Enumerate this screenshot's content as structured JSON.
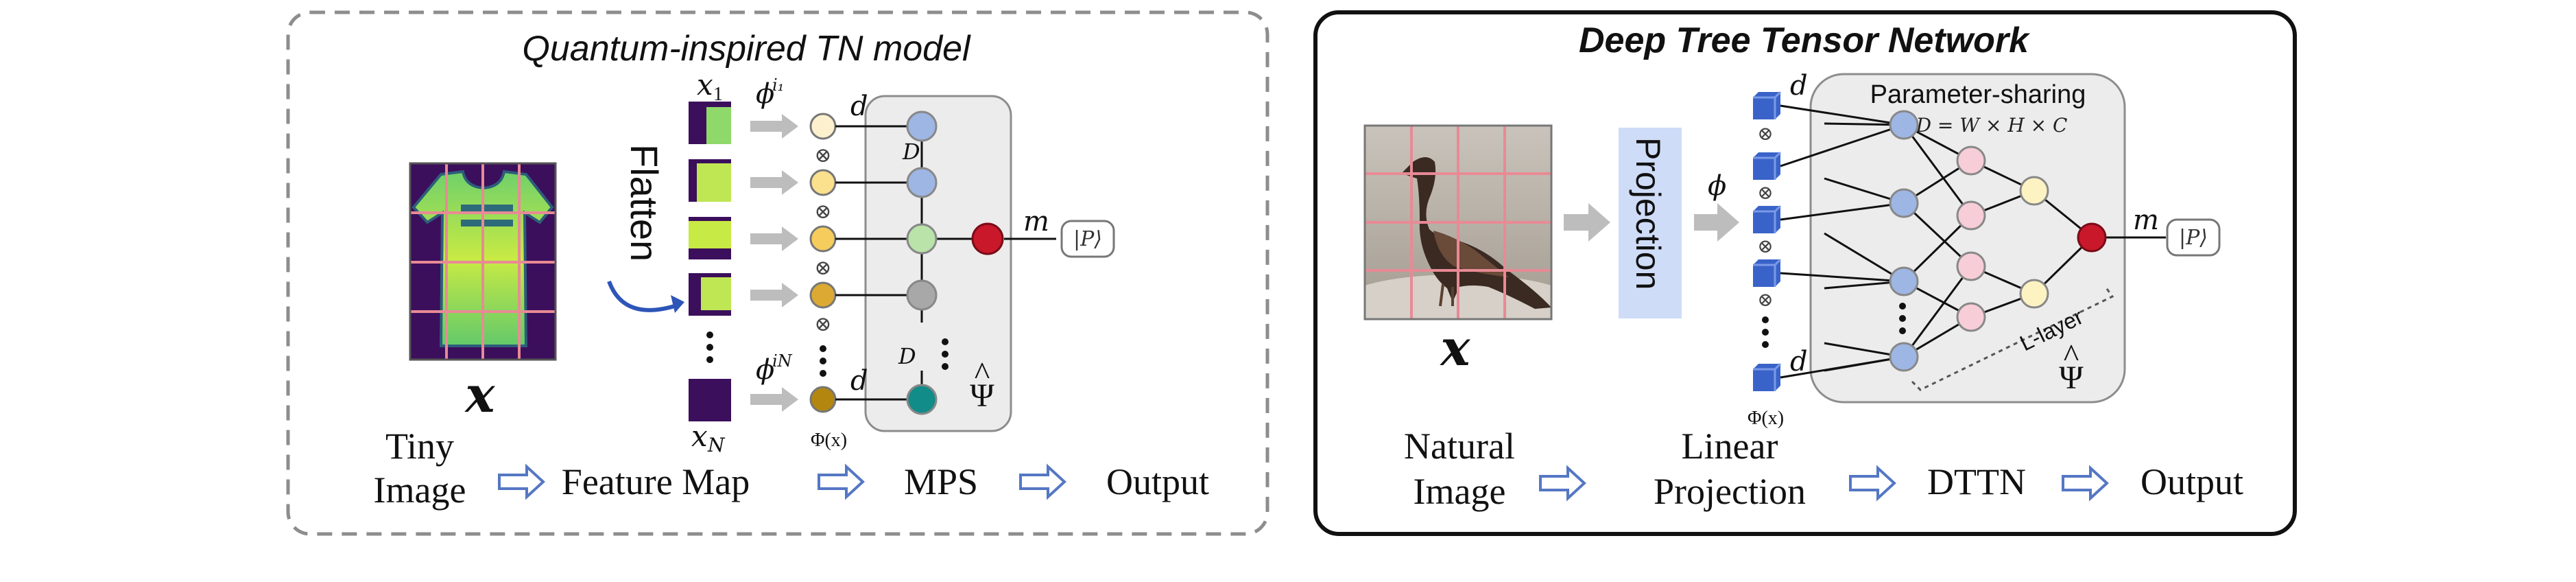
{
  "left_panel": {
    "title": "Quantum-inspired TN model",
    "flatten_label": "Flatten",
    "input_symbol": "x",
    "x_first": "x",
    "x_first_sub": "1",
    "x_last": "x",
    "x_last_sub": "N",
    "phi_first": "ϕ",
    "phi_first_sup": "i₁",
    "phi_last": "ϕ",
    "phi_last_sup": "iN",
    "d_top": "d",
    "d_bottom": "d",
    "bond_top": "D",
    "bond_bottom": "D",
    "m_label": "m",
    "ket_label": "|P⟩",
    "feature_label": "Φ(x)",
    "psi_label": "Ψ",
    "psi_hat": "^",
    "flow": {
      "tiny_line1": "Tiny",
      "tiny_line2": "Image",
      "feature_map": "Feature Map",
      "mps": "MPS",
      "output": "Output"
    }
  },
  "right_panel": {
    "title": "Deep Tree Tensor Network",
    "input_symbol": "x",
    "projection_label": "Projection",
    "phi_label": "ϕ",
    "d_top": "d",
    "d_bottom": "d",
    "param_sharing": "Parameter-sharing",
    "param_formula": "D = W × H × C",
    "l_layer": "L-layer",
    "m_label": "m",
    "ket_label": "|P⟩",
    "feature_label": "Φ(x)",
    "psi_label": "Ψ",
    "psi_hat": "^",
    "flow": {
      "natural_line1": "Natural",
      "natural_line2": "Image",
      "linear_line1": "Linear",
      "linear_line2": "Projection",
      "dttn": "DTTN",
      "output": "Output"
    }
  },
  "colors": {
    "node_blue": "#9db6e4",
    "node_green": "#b9e3a8",
    "node_gray": "#a8a8a8",
    "node_teal": "#128c88",
    "node_red": "#c8182a",
    "node_pink": "#f7cdd8",
    "node_yellow": "#fdf2c2",
    "feature_1": "#fdf0cf",
    "feature_2": "#fbe08e",
    "feature_3": "#f6cd5c",
    "feature_4": "#dca932",
    "feature_5": "#b3860f",
    "cube_blue": "#3a63c9",
    "projection_bg": "#cfdcf7",
    "flow_arrow": "#5577c4",
    "grid_pink": "#e88a95"
  }
}
